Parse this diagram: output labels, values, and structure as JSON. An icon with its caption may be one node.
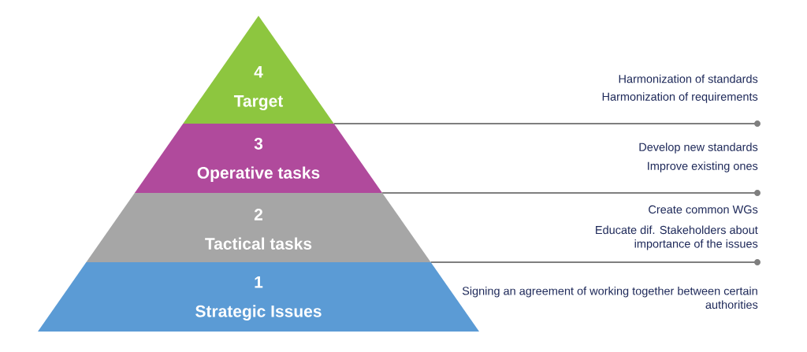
{
  "diagram": {
    "nodes": [
      {
        "text": [
          "4",
          "Target"
        ],
        "beside": [
          "Harmonization of standards",
          "Harmonization of requirements"
        ]
      },
      {
        "text": [
          "3",
          "Operative tasks"
        ],
        "beside": [
          "Develop new standards",
          "Improve existing ones"
        ]
      },
      {
        "text": [
          "2",
          "Tactical tasks"
        ],
        "beside": [
          "Create common WGs",
          "Educate dif. Stakeholders about importance of the issues"
        ]
      },
      {
        "text": [
          "1",
          "Strategic Issues"
        ],
        "beside": [
          "Signing an agreement of working together between certain authorities"
        ]
      }
    ]
  }
}
